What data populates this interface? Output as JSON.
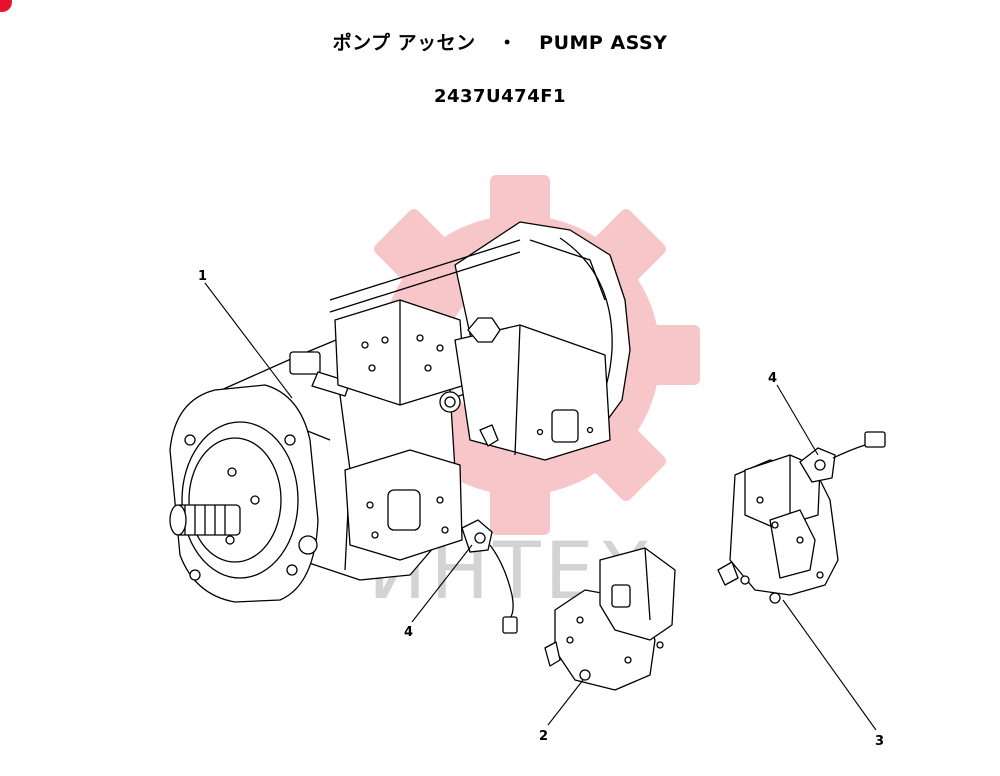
{
  "title": {
    "japanese": "ポンプ アッセン",
    "separator": "・",
    "english": "PUMP ASSY"
  },
  "part_number": "2437U474F1",
  "watermark": {
    "text": "ИНТЕХ",
    "gear_color": "#f7c6c9",
    "text_color": "#d3d3d3"
  },
  "accent_color": "#e8112d",
  "callouts": [
    {
      "id": "main-pump",
      "label": "1"
    },
    {
      "id": "regulator-left",
      "label": "2"
    },
    {
      "id": "regulator-right",
      "label": "3"
    },
    {
      "id": "solenoid-main",
      "label": "4"
    },
    {
      "id": "solenoid-right",
      "label": "4"
    }
  ]
}
